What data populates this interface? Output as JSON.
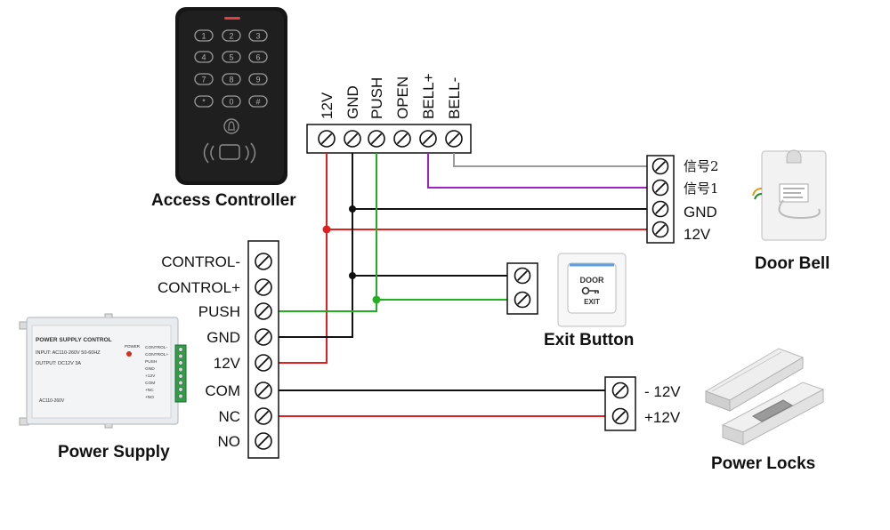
{
  "titles": {
    "access_controller": "Access Controller",
    "power_supply": "Power Supply",
    "exit_button": "Exit Button",
    "door_bell": "Door Bell",
    "power_locks": "Power Locks"
  },
  "controller_terminals": [
    "12V",
    "GND",
    "PUSH",
    "OPEN",
    "BELL+",
    "BELL-"
  ],
  "psu_terminals": [
    "CONTROL-",
    "CONTROL+",
    "PUSH",
    "GND",
    "12V",
    "COM",
    "NC",
    "NO"
  ],
  "bell_terminals": [
    "信号2",
    "信号1",
    "GND",
    "12V"
  ],
  "lock_terminals": [
    "- 12V",
    "+12V"
  ],
  "keypad_keys": [
    "1",
    "2",
    "3",
    "4",
    "5",
    "6",
    "7",
    "8",
    "9",
    "*",
    "0",
    "#"
  ],
  "psu_panel": {
    "heading": "POWER SUPPLY CONTROL",
    "input": "INPUT: AC110-260V 50-60HZ",
    "output": "OUTPUT: DC12V 3A",
    "ac": "AC110-260V",
    "power": "POWER",
    "side_labels": [
      "CONTROL-",
      "CONTROL+",
      "PUSH",
      "GND",
      "+12V",
      "COM",
      "+NC",
      "+NO"
    ]
  },
  "exit_plate": {
    "line1": "DOOR",
    "line2": "EXIT"
  },
  "colors": {
    "red": "#e02020",
    "green": "#22b022",
    "purple": "#a020c0",
    "black": "#111111",
    "gray": "#9a9a9a"
  }
}
